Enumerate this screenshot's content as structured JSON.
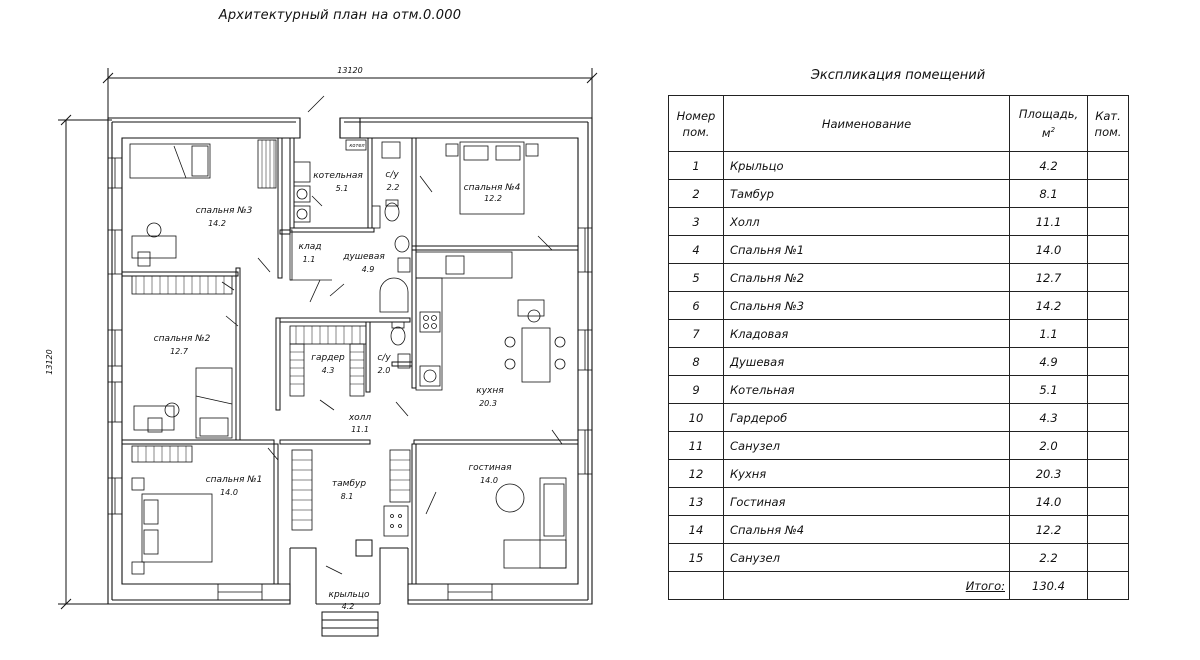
{
  "plan": {
    "title": "Архитектурный план на отм.0.000",
    "dim_width": "13120",
    "dim_height": "13120",
    "rooms": [
      {
        "id": "spalnya3",
        "name": "спальня №3",
        "area": "14.2"
      },
      {
        "id": "kotelnaya",
        "name": "котельная",
        "area": "5.1"
      },
      {
        "id": "su-top",
        "name": "с/у",
        "area": "2.2"
      },
      {
        "id": "spalnya4",
        "name": "спальня №4",
        "area": "12.2"
      },
      {
        "id": "klad",
        "name": "клад",
        "area": "1.1"
      },
      {
        "id": "dushevaya",
        "name": "душевая",
        "area": "4.9"
      },
      {
        "id": "spalnya2",
        "name": "спальня №2",
        "area": "12.7"
      },
      {
        "id": "garder",
        "name": "гардер",
        "area": "4.3"
      },
      {
        "id": "su-mid",
        "name": "с/у",
        "area": "2.0"
      },
      {
        "id": "kuhnya",
        "name": "кухня",
        "area": "20.3"
      },
      {
        "id": "holl",
        "name": "холл",
        "area": "11.1"
      },
      {
        "id": "spalnya1",
        "name": "спальня №1",
        "area": "14.0"
      },
      {
        "id": "tambur",
        "name": "тамбур",
        "area": "8.1"
      },
      {
        "id": "gostinaya",
        "name": "гостиная",
        "area": "14.0"
      },
      {
        "id": "krylco",
        "name": "крыльцо",
        "area": "4.2"
      }
    ],
    "boiler_label": "котел"
  },
  "explication": {
    "title": "Экспликация помещений",
    "headers": {
      "num_line1": "Номер",
      "num_line2": "пом.",
      "name": "Наименование",
      "area_line1": "Площадь,",
      "area_line2": "м",
      "area_sup": "2",
      "cat_line1": "Кат.",
      "cat_line2": "пом."
    },
    "rows": [
      {
        "num": "1",
        "name": "Крыльцо",
        "area": "4.2"
      },
      {
        "num": "2",
        "name": "Тамбур",
        "area": "8.1"
      },
      {
        "num": "3",
        "name": "Холл",
        "area": "11.1"
      },
      {
        "num": "4",
        "name": "Спальня №1",
        "area": "14.0"
      },
      {
        "num": "5",
        "name": "Спальня №2",
        "area": "12.7"
      },
      {
        "num": "6",
        "name": "Спальня №3",
        "area": "14.2"
      },
      {
        "num": "7",
        "name": "Кладовая",
        "area": "1.1"
      },
      {
        "num": "8",
        "name": "Душевая",
        "area": "4.9"
      },
      {
        "num": "9",
        "name": "Котельная",
        "area": "5.1"
      },
      {
        "num": "10",
        "name": "Гардероб",
        "area": "4.3"
      },
      {
        "num": "11",
        "name": "Санузел",
        "area": "2.0"
      },
      {
        "num": "12",
        "name": "Кухня",
        "area": "20.3"
      },
      {
        "num": "13",
        "name": "Гостиная",
        "area": "14.0"
      },
      {
        "num": "14",
        "name": "Спальня №4",
        "area": "12.2"
      },
      {
        "num": "15",
        "name": "Санузел",
        "area": "2.2"
      }
    ],
    "total_label": "Итого:",
    "total_value": "130.4"
  }
}
